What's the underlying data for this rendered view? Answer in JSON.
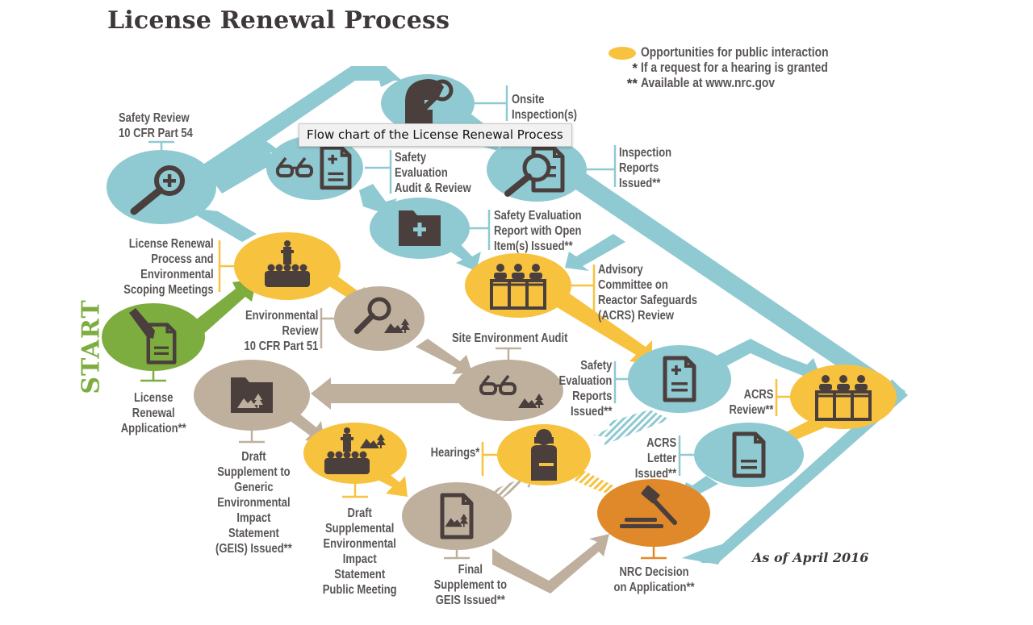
{
  "title": "License Renewal Process",
  "tooltip": "Flow chart of the License Renewal Process",
  "start_label": "START",
  "as_of": "As of April 2016",
  "colors": {
    "safety_track": "#8fc9d2",
    "environmental_track": "#bfb09e",
    "public_interaction": "#f7c23e",
    "start": "#7dad3f",
    "decision": "#e0892a",
    "icon": "#4a3f3d",
    "text": "#5a5555"
  },
  "legend": [
    {
      "symbol": "yellow-oval",
      "text": "Opportunities for public interaction"
    },
    {
      "symbol": "*",
      "text": "If a request for a hearing is granted"
    },
    {
      "symbol": "**",
      "text": "Available at www.nrc.gov"
    }
  ],
  "nodes": {
    "application": {
      "label": [
        "License",
        "Renewal",
        "Application**"
      ],
      "icon": "pen-document-icon",
      "track": "start"
    },
    "scoping": {
      "label": [
        "License Renewal",
        "Process and",
        "Environmental",
        "Scoping Meetings"
      ],
      "icon": "public-meeting-icon",
      "track": "public"
    },
    "safety_review": {
      "label": [
        "Safety Review",
        "10 CFR Part 54"
      ],
      "icon": "magnifier-plus-icon",
      "track": "safety"
    },
    "onsite_inspection": {
      "label": [
        "Onsite",
        "Inspection(s)"
      ],
      "icon": "inspector-icon",
      "track": "safety"
    },
    "safety_audit": {
      "label": [
        "Safety",
        "Evaluation",
        "Audit & Review"
      ],
      "icon": "glasses-document-icon",
      "track": "safety"
    },
    "inspection_reports": {
      "label": [
        "Inspection",
        "Reports",
        "Issued**"
      ],
      "icon": "magnifier-document-icon",
      "track": "safety"
    },
    "ser_open_items": {
      "label": [
        "Safety Evaluation",
        "Report with Open",
        "Item(s) Issued**"
      ],
      "icon": "folder-plus-icon",
      "track": "safety"
    },
    "acrs_committee": {
      "label": [
        "Advisory",
        "Committee on",
        "Reactor Safeguards",
        "(ACRS) Review"
      ],
      "icon": "committee-icon",
      "track": "public"
    },
    "env_review": {
      "label": [
        "Environmental",
        "Review",
        "10 CFR Part 51"
      ],
      "icon": "magnifier-landscape-icon",
      "track": "environmental"
    },
    "site_audit": {
      "label": [
        "Site Environment Audit"
      ],
      "icon": "glasses-landscape-icon",
      "track": "environmental"
    },
    "draft_geis": {
      "label": [
        "Draft",
        "Supplement to",
        "Generic",
        "Environmental",
        "Impact",
        "Statement",
        "(GEIS) Issued**"
      ],
      "icon": "folder-landscape-icon",
      "track": "environmental"
    },
    "ser_issued": {
      "label": [
        "Safety",
        "Evaluation",
        "Reports",
        "Issued**"
      ],
      "icon": "document-plus-icon",
      "track": "safety"
    },
    "acrs_review": {
      "label": [
        "ACRS",
        "Review**"
      ],
      "icon": "committee-icon",
      "track": "public"
    },
    "hearings": {
      "label": [
        "Hearings*"
      ],
      "icon": "judge-icon",
      "track": "public"
    },
    "acrs_letter": {
      "label": [
        "ACRS",
        "Letter",
        "Issued**"
      ],
      "icon": "document-icon",
      "track": "safety"
    },
    "dseis_meeting": {
      "label": [
        "Draft",
        "Supplemental",
        "Environmental",
        "Impact",
        "Statement",
        "Public Meeting"
      ],
      "icon": "meeting-landscape-icon",
      "track": "public"
    },
    "final_geis": {
      "label": [
        "Final",
        "Supplement to",
        "GEIS Issued**"
      ],
      "icon": "landscape-document-icon",
      "track": "environmental"
    },
    "nrc_decision": {
      "label": [
        "NRC Decision",
        "on Application**"
      ],
      "icon": "gavel-icon",
      "track": "decision"
    }
  }
}
